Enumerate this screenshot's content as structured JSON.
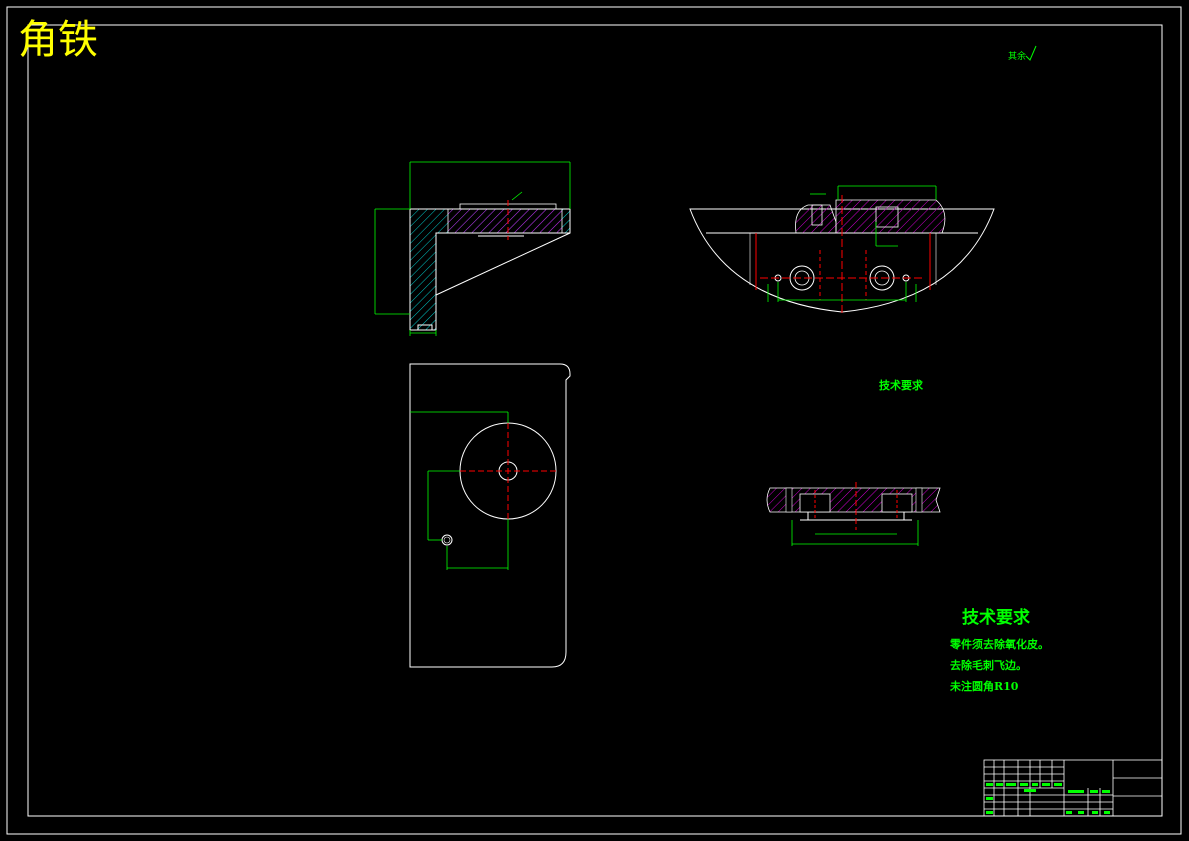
{
  "drawing": {
    "title": "角铁",
    "technical_requirements": {
      "heading": "技术要求",
      "items": [
        "零件须去除氧化皮。",
        "去除毛刺飞边。",
        "未注圆角R10"
      ]
    },
    "section_note": "技术要求",
    "surface_roughness_note": "其余",
    "colors": {
      "background": "#000000",
      "outline": "#ffffff",
      "dimension": "#00ff00",
      "centerline": "#ff0000",
      "hatch": "#00ffff",
      "hatch_alt": "#ff00ff",
      "title_text": "#ffff00"
    }
  }
}
